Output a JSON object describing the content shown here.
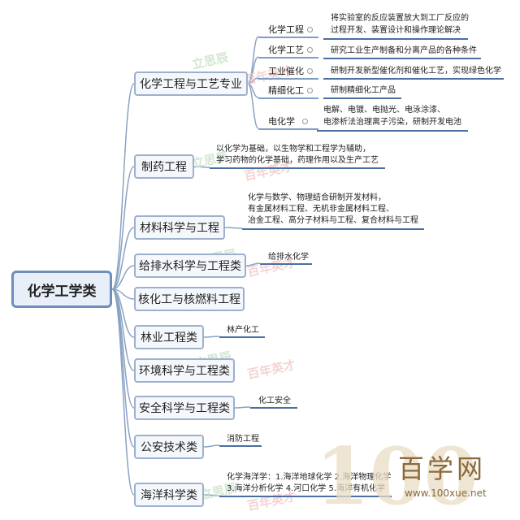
{
  "root": {
    "label": "化学工学类"
  },
  "branches": [
    {
      "label": "化学工程与工艺专业",
      "children": [
        {
          "label": "化学工程",
          "desc": [
            "将实验室的反应装置放大到工厂反应的",
            "过程开发、装置设计和操作理论解决"
          ]
        },
        {
          "label": "化学工艺",
          "desc": [
            "研究工业生产制备和分离产品的各种条件"
          ]
        },
        {
          "label": "工业催化",
          "desc": [
            "研制开发新型催化剂和催化工艺，实现绿色化学"
          ]
        },
        {
          "label": "精细化工",
          "desc": [
            "研制精细化工产品"
          ]
        },
        {
          "label": "电化学",
          "desc": [
            "电解、电镀、电抛光、电泳涂漆、",
            "电渗析法治理离子污染，研制开发电池"
          ]
        }
      ]
    },
    {
      "label": "制药工程",
      "desc": [
        "以化学为基础，以生物学和工程学为辅助，",
        "学习药物的化学基础，药理作用以及生产工艺"
      ]
    },
    {
      "label": "材料科学与工程",
      "desc": [
        "化学与数学、物理结合研制开发材料，",
        "有金属材料工程、无机非金属材料工程、",
        "冶金工程、高分子材料与工程、复合材料与工程"
      ]
    },
    {
      "label": "给排水科学与工程类",
      "desc": [
        "给排水化学"
      ]
    },
    {
      "label": "核化工与核燃料工程",
      "desc": []
    },
    {
      "label": "林业工程类",
      "desc": [
        "林产化工"
      ]
    },
    {
      "label": "环境科学与工程类",
      "desc": []
    },
    {
      "label": "安全科学与工程类",
      "desc": [
        "化工安全"
      ]
    },
    {
      "label": "公安技术类",
      "desc": [
        "消防工程"
      ]
    },
    {
      "label": "海洋科学类",
      "desc": [
        "化学海洋学：1.海洋地球化学 2.海洋物理化学",
        "3.海洋分析化学 4.河口化学 5.海洋有机化学"
      ]
    }
  ],
  "watermark": {
    "brand": "立思辰",
    "slogan": "百年英才"
  },
  "logo": {
    "number": "100",
    "chinese": "百学网",
    "url": "www.100xue.net"
  },
  "colors": {
    "node_border": "#9db1cc",
    "root_border": "#6f8fba",
    "underline": "#4a6fa0",
    "connector": "#8aa2c4",
    "logo": "#8a6a3a"
  }
}
